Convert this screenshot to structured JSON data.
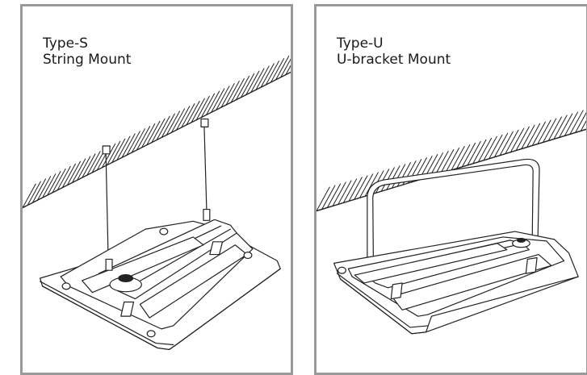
{
  "panels": [
    {
      "id": "type-s",
      "title_line1": "Type-S",
      "title_line2": "String Mount"
    },
    {
      "id": "type-u",
      "title_line1": "Type-U",
      "title_line2": "U-bracket Mount"
    }
  ]
}
